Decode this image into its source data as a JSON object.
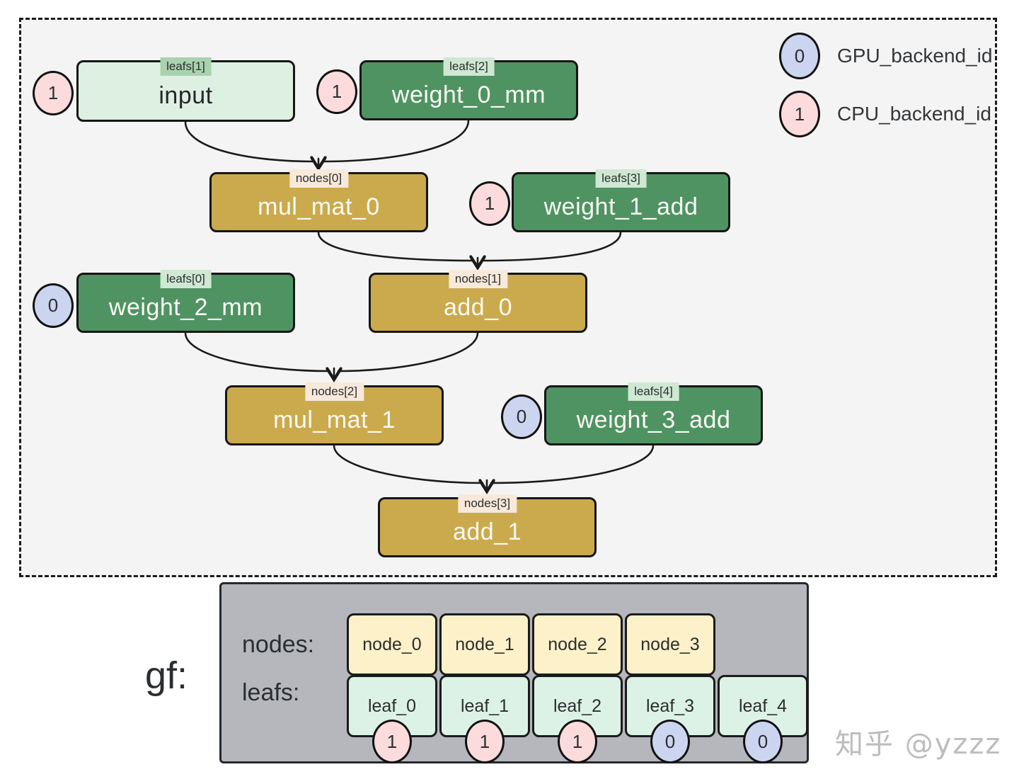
{
  "legend": {
    "gpu_badge": "0",
    "gpu_label": "GPU_backend_id",
    "cpu_badge": "1",
    "cpu_label": "CPU_backend_id"
  },
  "graph": {
    "input": {
      "tag": "leafs[1]",
      "label": "input",
      "badge": "1"
    },
    "weight_0_mm": {
      "tag": "leafs[2]",
      "label": "weight_0_mm",
      "badge": "1"
    },
    "mul_mat_0": {
      "tag": "nodes[0]",
      "label": "mul_mat_0"
    },
    "weight_1_add": {
      "tag": "leafs[3]",
      "label": "weight_1_add",
      "badge": "1"
    },
    "weight_2_mm": {
      "tag": "leafs[0]",
      "label": "weight_2_mm",
      "badge": "0"
    },
    "add_0": {
      "tag": "nodes[1]",
      "label": "add_0"
    },
    "mul_mat_1": {
      "tag": "nodes[2]",
      "label": "mul_mat_1"
    },
    "weight_3_add": {
      "tag": "leafs[4]",
      "label": "weight_3_add",
      "badge": "0"
    },
    "add_1": {
      "tag": "nodes[3]",
      "label": "add_1"
    }
  },
  "gf": {
    "title": "gf:",
    "nodes_label": "nodes:",
    "leafs_label": "leafs:",
    "nodes": [
      "node_0",
      "node_1",
      "node_2",
      "node_3"
    ],
    "leafs": [
      {
        "label": "leaf_0",
        "badge": "1"
      },
      {
        "label": "leaf_1",
        "badge": "1"
      },
      {
        "label": "leaf_2",
        "badge": "1"
      },
      {
        "label": "leaf_3",
        "badge": "0"
      },
      {
        "label": "leaf_4",
        "badge": "0"
      }
    ]
  },
  "watermark": "知乎 @yzzz",
  "colors": {
    "region_fill": "#f4f4f4",
    "leaf_dark_fill": "#4f9363",
    "leaf_light_fill": "#def0e2",
    "node_fill": "#cbaa4e",
    "tag_on_dark": "#cfe8d2",
    "tag_on_light": "#a9d2ae",
    "tag_on_node": "#f8e9da",
    "cpu_badge_fill": "#fbdbdb",
    "gpu_badge_fill": "#ccd5f0",
    "gf_panel_fill": "#b5b7bd",
    "gf_node_fill": "#fdf1c9",
    "gf_leaf_fill": "#ddf2e6"
  }
}
